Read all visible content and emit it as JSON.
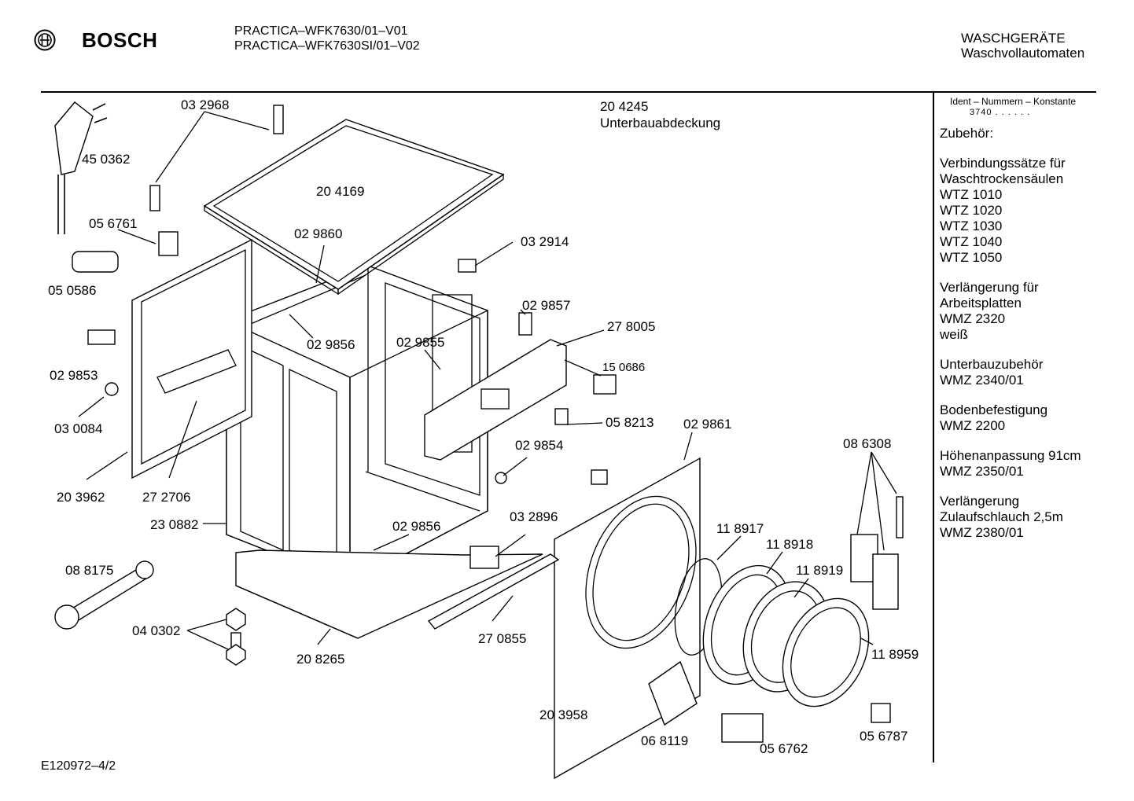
{
  "header": {
    "brand": "BOSCH",
    "model_1": "PRACTICA–WFK7630/01–V01",
    "model_2": "PRACTICA–WFK7630SI/01–V02",
    "category": "WASCHGERÄTE",
    "subcategory": "Waschvollautomaten"
  },
  "footer": {
    "code": "E120972–4/2"
  },
  "sidebar": {
    "ident_header": "Ident – Nummern – Konstante",
    "ident_value": "3740 . . . . . .",
    "zubehoer": "Zubehör:",
    "groups": [
      {
        "lines": [
          "Verbindungssätze für",
          "Waschtrockensäulen",
          "WTZ 1010",
          "WTZ 1020",
          "WTZ 1030",
          "WTZ 1040",
          "WTZ 1050"
        ]
      },
      {
        "lines": [
          "Verlängerung für",
          "Arbeitsplatten",
          "WMZ 2320",
          "weiß"
        ]
      },
      {
        "lines": [
          "Unterbauzubehör",
          "WMZ 2340/01"
        ]
      },
      {
        "lines": [
          "Bodenbefestigung",
          "WMZ 2200"
        ]
      },
      {
        "lines": [
          "Höhenanpassung  91cm",
          "WMZ 2350/01"
        ]
      },
      {
        "lines": [
          "Verlängerung",
          "Zulaufschlauch 2,5m",
          "WMZ 2380/01"
        ]
      }
    ]
  },
  "parts": {
    "p032968": "03 2968",
    "p450362": "45 0362",
    "p204245": "20 4245",
    "p204245_name": "Unterbauabdeckung",
    "p204169": "20 4169",
    "p056761": "05 6761",
    "p029860": "02 9860",
    "p032914": "03 2914",
    "p050586": "05 0586",
    "p029857": "02 9857",
    "p278005": "27 8005",
    "p029856a": "02 9856",
    "p029855": "02 9855",
    "p029853": "02 9853",
    "p150686": "15 0686",
    "p030084": "03 0084",
    "p058213": "05 8213",
    "p029861": "02 9861",
    "p029854": "02 9854",
    "p086308": "08 6308",
    "p203962": "20 3962",
    "p272706": "27 2706",
    "p230882": "23 0882",
    "p029856b": "02 9856",
    "p032896": "03 2896",
    "p118917": "11 8917",
    "p118918": "11 8918",
    "p088175": "08 8175",
    "p118919": "11 8919",
    "p040302": "04 0302",
    "p270855": "27 0855",
    "p208265": "20 8265",
    "p118959": "11 8959",
    "p203958": "20 3958",
    "p068119": "06 8119",
    "p056762": "05 6762",
    "p056787": "05 6787"
  }
}
